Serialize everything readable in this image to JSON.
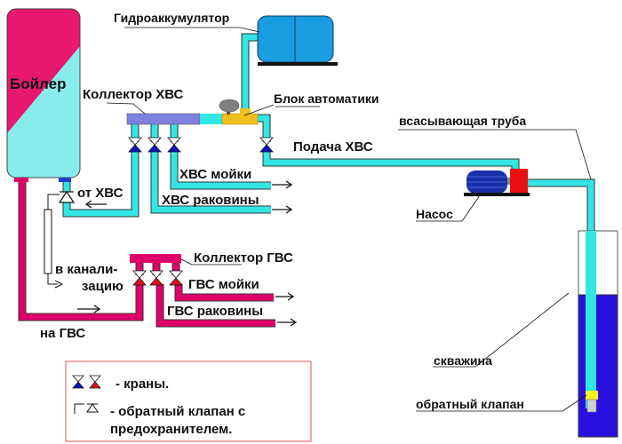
{
  "diagram": {
    "title": "Схема водоснабжения из скважины",
    "colors": {
      "cold_pipe": "#33e6e6",
      "hot_pipe": "#e0006a",
      "cold_collector": "#8080e0",
      "hot_collector": "#e0006a",
      "boiler_hot": "#e8186e",
      "boiler_cold": "#88ecec",
      "accumulator": "#1a9ce0",
      "pump_motor": "#1a2ea8",
      "pump_head": "#e81010",
      "automation": "#f0c020",
      "well_water": "#2a10e0",
      "check_valve": "#f0f020",
      "valve_cold": "#1010c0",
      "valve_hot": "#e01020",
      "legend_border": "#e05050"
    },
    "labels": {
      "boiler": "Бойлер",
      "accumulator": "Гидроаккумулятор",
      "cold_collector": "Коллектор ХВС",
      "automation": "Блок автоматики",
      "suction_pipe": "всасывающая труба",
      "cold_supply": "Подача ХВС",
      "cold_sink": "ХВС мойки",
      "cold_washbasin": "ХВС раковины",
      "from_cold": "от ХВС",
      "pump": "Насос",
      "hot_collector": "Коллектор ГВС",
      "to_sewer_1": "в канали-",
      "to_sewer_2": "зацию",
      "hot_sink": "ГВС мойки",
      "hot_washbasin": "ГВС раковины",
      "to_hot": "на ГВС",
      "well": "скважина",
      "check_valve": "обратный клапан"
    },
    "legend": {
      "valves_text": "- краны.",
      "check_valve_text_1": "- обратный клапан с",
      "check_valve_text_2": "предохранителем."
    }
  }
}
